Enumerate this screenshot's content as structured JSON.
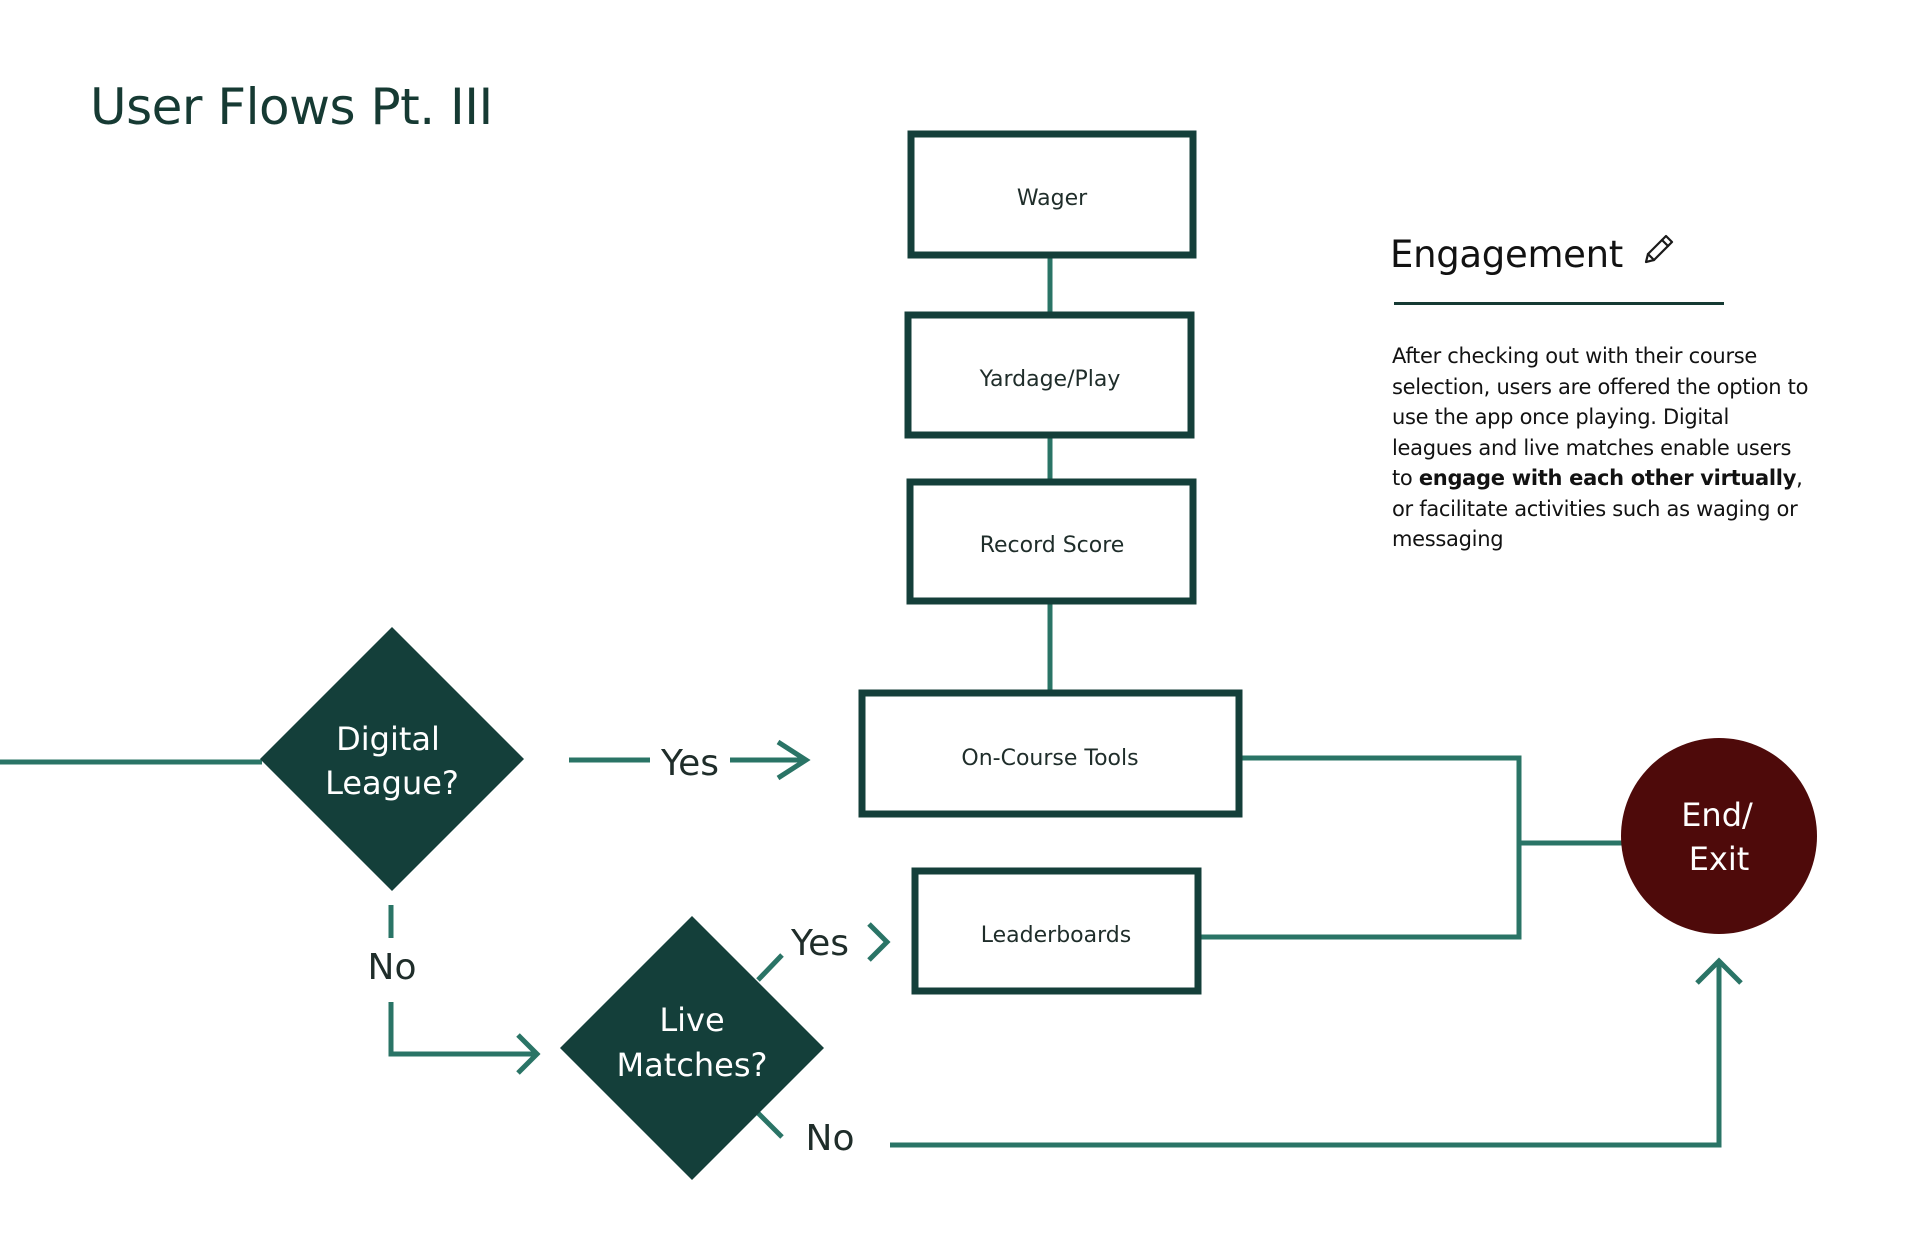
{
  "title": "User Flows Pt. III",
  "colors": {
    "primary": "#143f3a",
    "connector": "#2a7466",
    "end_node": "#4e0a0a",
    "text": "#1f2d2a",
    "background": "#ffffff"
  },
  "nodes": {
    "wager": "Wager",
    "yardage_play": "Yardage/Play",
    "record_score": "Record Score",
    "on_course_tools": "On-Course Tools",
    "leaderboards": "Leaderboards",
    "digital_league": [
      "Digital",
      "League?"
    ],
    "live_matches": [
      "Live",
      "Matches?"
    ],
    "end_exit": [
      "End/",
      "Exit"
    ]
  },
  "edge_labels": {
    "digital_yes": "Yes",
    "digital_no": "No",
    "live_yes": "Yes",
    "live_no": "No"
  },
  "engagement": {
    "title": "Engagement",
    "icon": "pencil-icon",
    "text_before": "After checking out with their course selection, users are offered the option to use the app once playing. Digital leagues and live matches enable users to ",
    "text_bold": "engage with each other virtually",
    "text_after": ", or facilitate activities such as waging or messaging"
  }
}
